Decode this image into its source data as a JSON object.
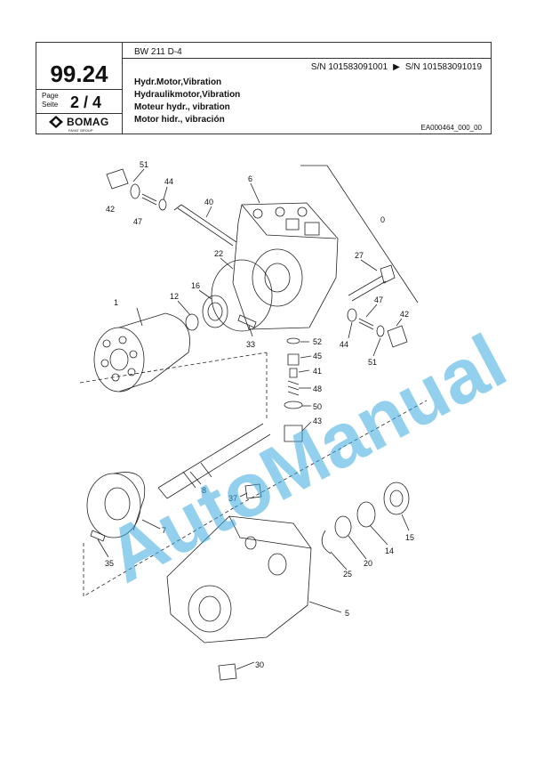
{
  "header": {
    "code": "99.24",
    "page_label": "Page",
    "seite_label": "Seite",
    "page_number": "2 / 4",
    "brand": "BOMAG",
    "brand_sub": "FAYAT GROUP",
    "model": "BW 211 D-4",
    "serial_from": "S/N 101583091001",
    "serial_arrow": "▶",
    "serial_to": "S/N 101583091019",
    "titles": [
      "Hydr.Motor,Vibration",
      "Hydraulikmotor,Vibration",
      "Moteur hydr., vibration",
      "Motor hidr., vibración"
    ],
    "doc_ref": "EA000464_000_00"
  },
  "watermark": "AutoManual",
  "callouts": [
    "51",
    "44",
    "42",
    "47",
    "40",
    "6",
    "0",
    "22",
    "27",
    "12",
    "16",
    "47",
    "42",
    "1",
    "33",
    "52",
    "44",
    "45",
    "51",
    "41",
    "48",
    "50",
    "43",
    "8",
    "37",
    "15",
    "7",
    "14",
    "20",
    "25",
    "35",
    "5",
    "30"
  ]
}
